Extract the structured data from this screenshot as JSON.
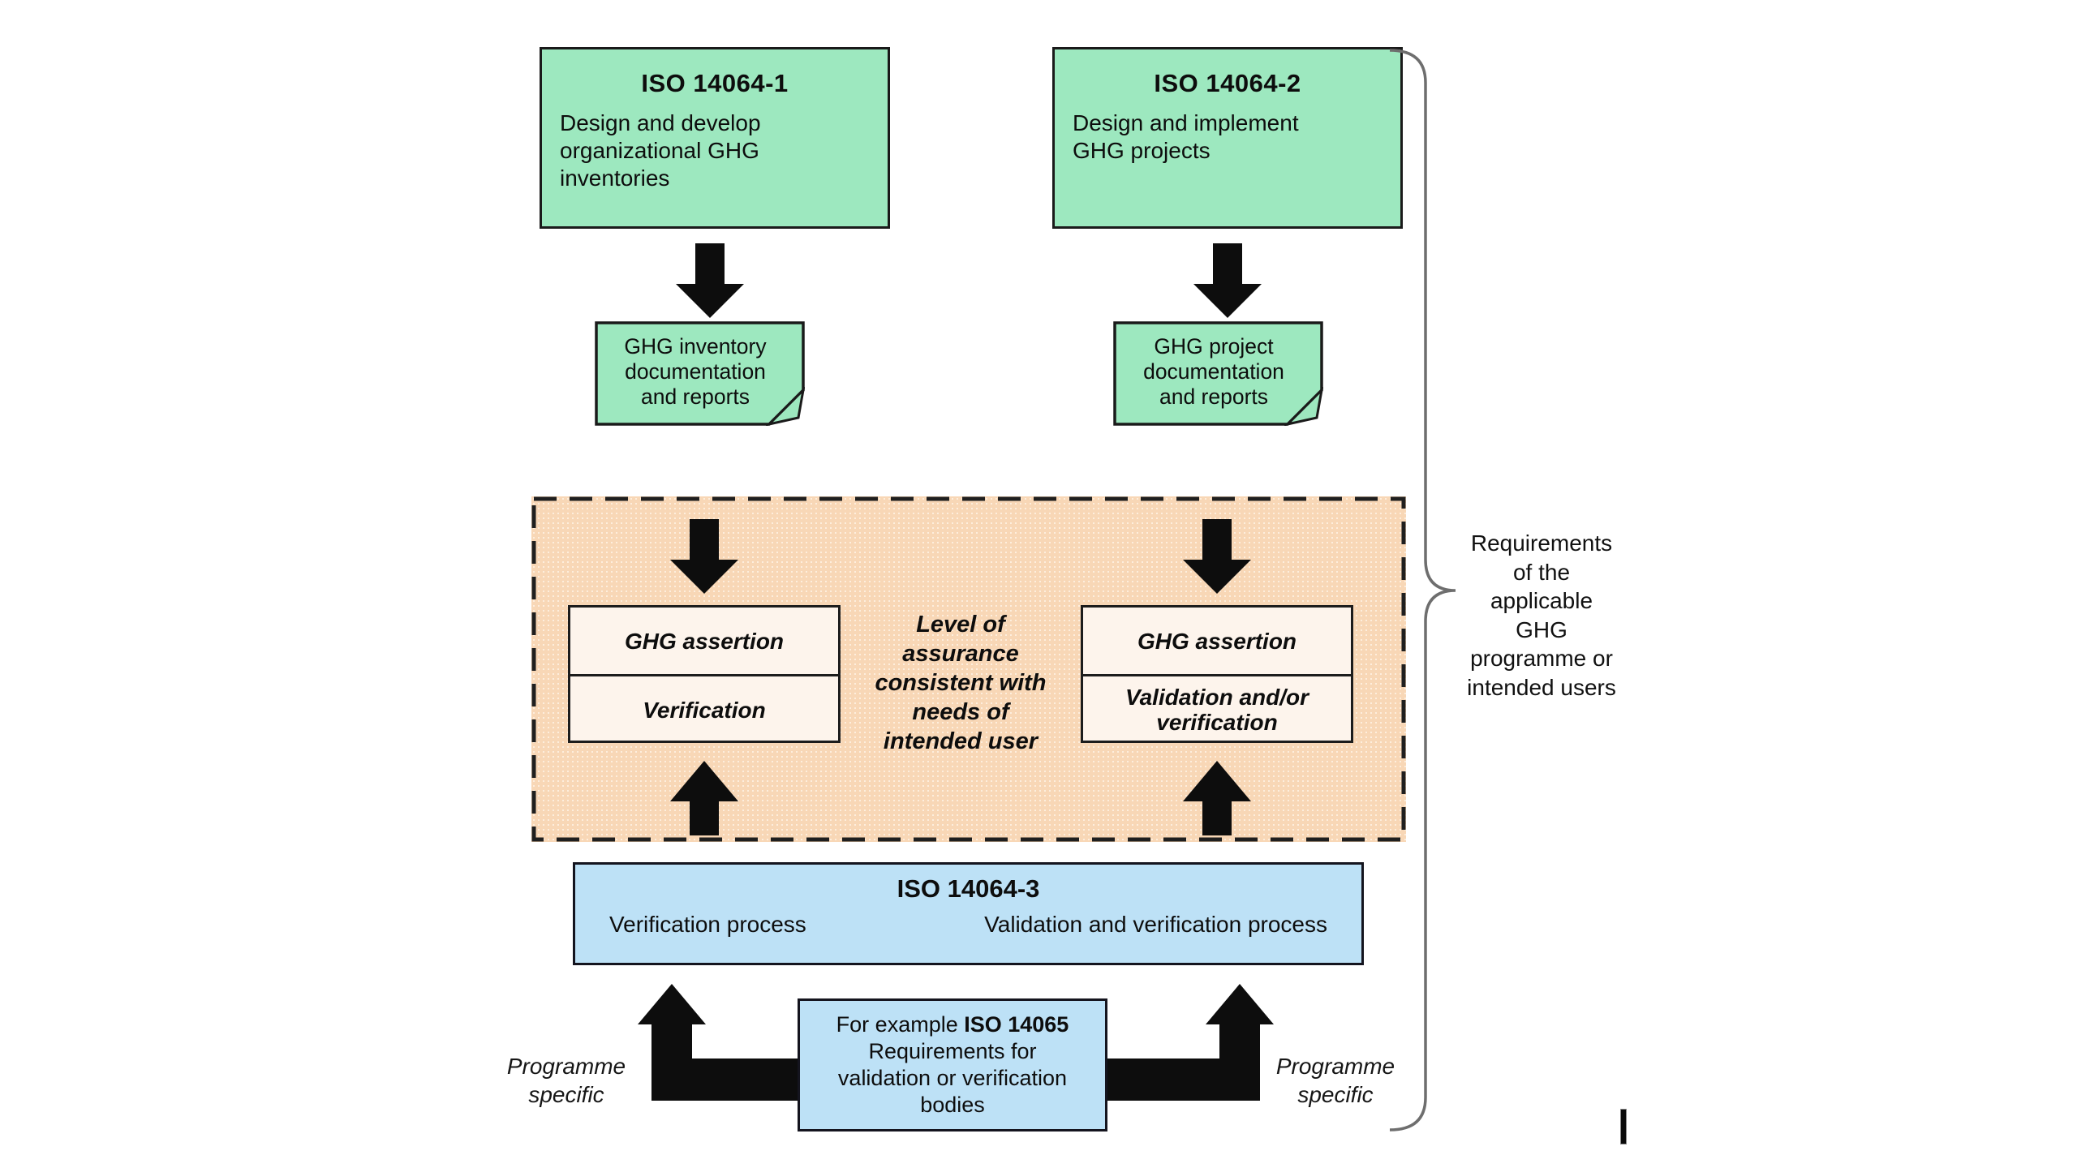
{
  "colors": {
    "green": "#9de8bf",
    "blue": "#bde1f6",
    "orange_fill": "#f8d7b6",
    "cream": "#fdf4ec",
    "outline": "#1a1a1a",
    "brace": "#6e6e6e"
  },
  "top_row": {
    "iso1": {
      "title": "ISO 14064-1",
      "body": "Design and develop\norganizational GHG\ninventories"
    },
    "iso2": {
      "title": "ISO 14064-2",
      "body": "Design and implement\nGHG projects"
    }
  },
  "documents": {
    "inventory": "GHG inventory\ndocumentation\nand reports",
    "project": "GHG project\ndocumentation\nand reports"
  },
  "assurance_zone": {
    "left_stack": {
      "top": "GHG assertion",
      "bottom": "Verification"
    },
    "right_stack": {
      "top": "GHG assertion",
      "bottom": "Validation and/or\nverification"
    },
    "note": "Level of\nassurance\nconsistent with\nneeds of\nintended user"
  },
  "iso3_box": {
    "title": "ISO 14064-3",
    "left_process": "Verification process",
    "right_process": "Validation and verification process"
  },
  "bottom_box": {
    "line1_prefix": "For example ",
    "line1_bold": "ISO 14065",
    "rest": "Requirements for\nvalidation or verification\nbodies"
  },
  "labels": {
    "programme_left": "Programme\nspecific",
    "programme_right": "Programme\nspecific",
    "brace_note": "Requirements\nof the\napplicable\nGHG\nprogramme or\nintended users"
  }
}
